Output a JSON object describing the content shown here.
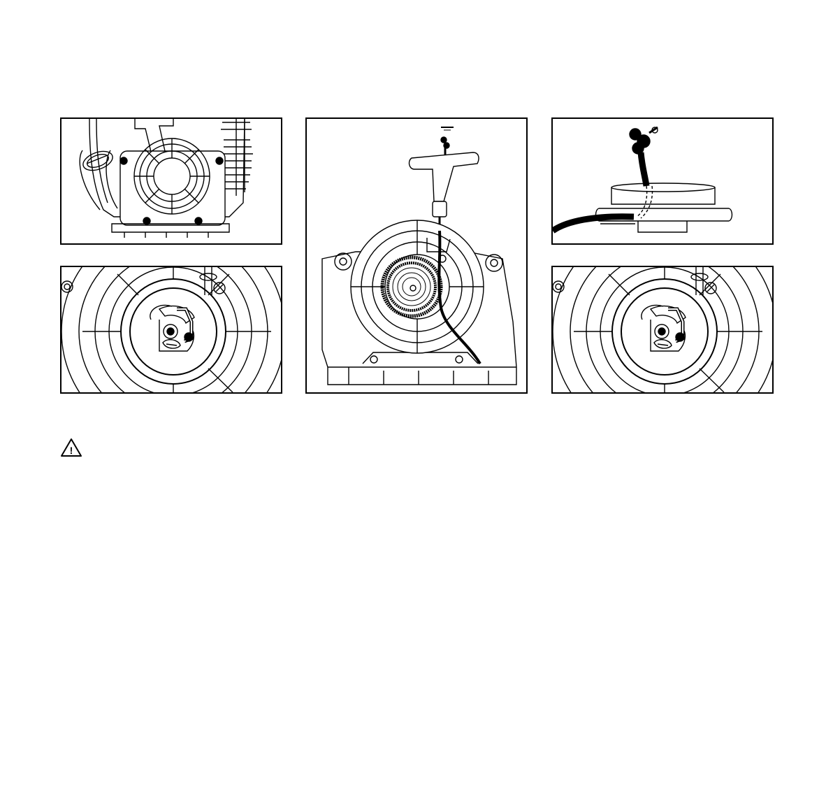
{
  "figures": [
    {
      "id": "fig-starter-cover-screws",
      "icon": "starter-cover-screws-illustration"
    },
    {
      "id": "fig-rewind-spring-pawl-left",
      "icon": "pawl-and-spring-clip-illustration"
    },
    {
      "id": "fig-starter-rope-grip",
      "icon": "starter-rope-and-grip-illustration"
    },
    {
      "id": "fig-rope-rotor-knot",
      "icon": "rope-rotor-knot-illustration"
    },
    {
      "id": "fig-rewind-spring-pawl-right",
      "icon": "pawl-and-spring-clip-illustration"
    }
  ],
  "warning": {
    "icon": "warning-triangle-icon",
    "symbol": "!"
  },
  "colors": {
    "line": "#000000",
    "background": "#ffffff"
  }
}
